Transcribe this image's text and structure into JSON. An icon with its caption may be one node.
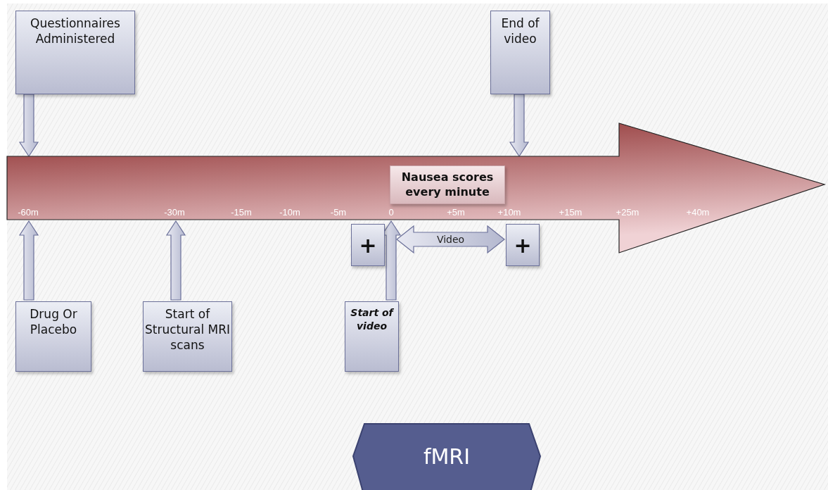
{
  "diagram": {
    "nodes": [
      {
        "text": [],
        "shape": "arrow"
      },
      {
        "text": [
          "Questionnaires Administered"
        ]
      },
      {
        "text": [
          "End of video"
        ]
      },
      {
        "text": [
          "Nausea scores every minute"
        ],
        "in": 0
      },
      {
        "text": [
          "Drug Or Placebo"
        ]
      },
      {
        "text": [
          "Start of Structural MRI scans"
        ]
      },
      {
        "text": [
          "Start of video"
        ]
      },
      {
        "text": [
          "+"
        ]
      },
      {
        "text": [
          "+"
        ]
      },
      {
        "text": [
          "fMRI"
        ]
      }
    ],
    "edges": [
      {
        "from": 1,
        "to": 0,
        "arrow": "to"
      },
      {
        "from": 2,
        "to": 0,
        "arrow": "to"
      },
      {
        "from": 4,
        "to": 0,
        "arrow": "to"
      },
      {
        "from": 5,
        "to": 0,
        "arrow": "to"
      },
      {
        "from": 6,
        "to": 0,
        "arrow": "to"
      },
      {
        "from": null,
        "to": 8,
        "arrow": "both",
        "label": "Video"
      }
    ],
    "labels": [
      "-60m",
      "-30m",
      "-15m",
      "-10m",
      "-5m",
      "0",
      "+5m",
      "+10m",
      "+15m",
      "+25m",
      "+40m"
    ]
  }
}
